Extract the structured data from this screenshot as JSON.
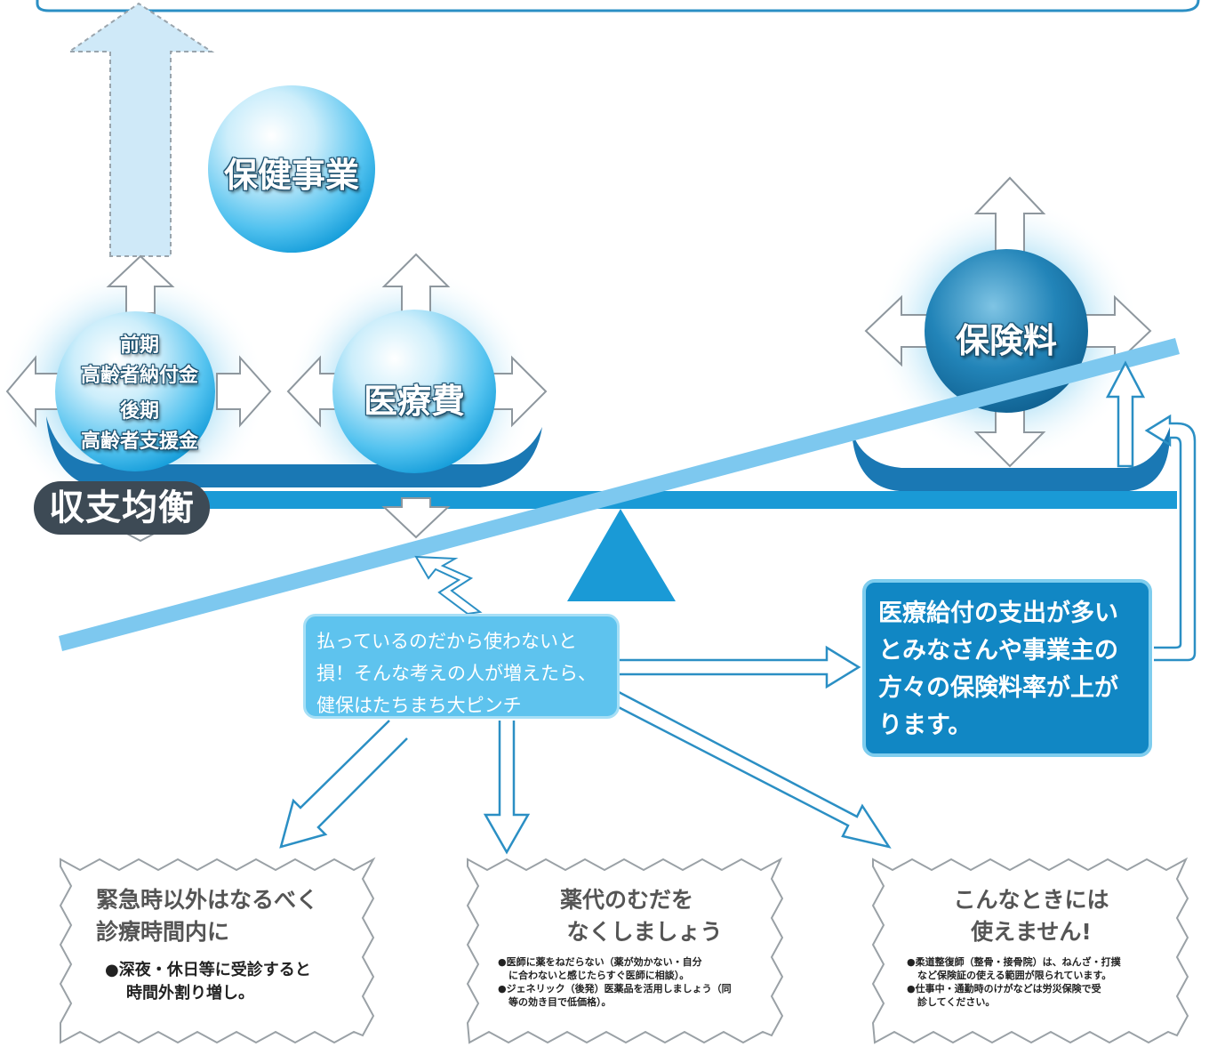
{
  "balls": {
    "hoken_jigyo": "保健事業",
    "iryohi": "医療費",
    "hokenryo": "保険料",
    "zenki_line1": "前期",
    "zenki_line2": "高齢者納付金",
    "koki_line1": "後期",
    "koki_line2": "高齢者支援金"
  },
  "balance_label": "収支均衡",
  "speech": {
    "line1": "払っているのだから使わないと",
    "line2": "損！そんな考えの人が増えたら、",
    "line3": "健保はたちまち大ピンチ"
  },
  "result": {
    "line1": "医療給付の支出が多い",
    "line2": "とみなさんや事業主の",
    "line3": "方々の保険料率が上が",
    "line4": "ります。"
  },
  "notes": [
    {
      "title1": "緊急時以外はなるべく",
      "title2": "診療時間内に",
      "item1": "●深夜・休日等に受診すると",
      "item2": "時間外割り増し。"
    },
    {
      "title1": "薬代のむだを",
      "title2": "なくしましょう",
      "item1": "●医師に薬をねだらない（薬が効かない・自分",
      "item2": "に合わないと感じたらすぐ医師に相談）。",
      "item3": "●ジェネリック（後発）医薬品を活用しましょう（同",
      "item4": "等の効き目で低価格）。"
    },
    {
      "title1": "こんなときには",
      "title2": "使えません!",
      "item1": "●柔道整復師（整骨・接骨院）は、ねんざ・打撲",
      "item2": "など保険証の使える範囲が限られています。",
      "item3": "●仕事中・通勤時のけがなどは労災保険で受",
      "item4": "診してください。"
    }
  ],
  "colors": {
    "beam": "#1a9ad6",
    "dark_blue": "#1b7ab8",
    "light_line": "#7dc8ef",
    "arrow_stroke": "#2b8fc4",
    "badge": "#3d4a55"
  }
}
